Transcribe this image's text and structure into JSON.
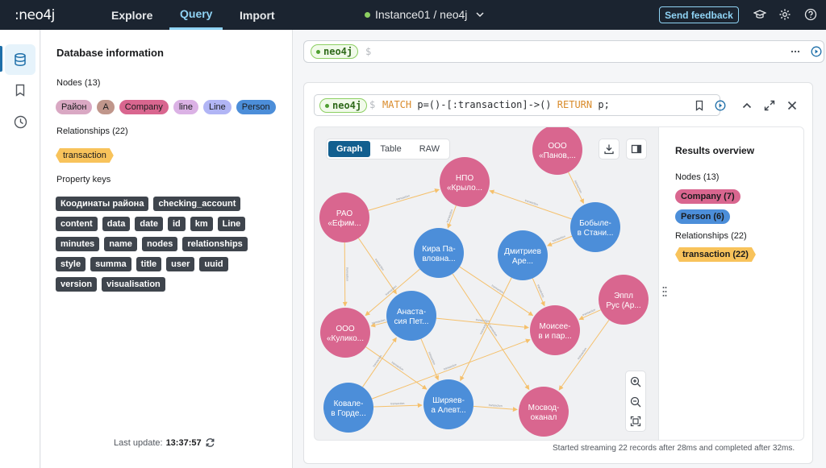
{
  "topbar": {
    "logo": ":neo4j",
    "tabs": [
      "Explore",
      "Query",
      "Import"
    ],
    "active_tab": "Query",
    "instance": "Instance01 / neo4j",
    "feedback": "Send feedback"
  },
  "db_panel": {
    "title": "Database information",
    "nodes_header": "Nodes (13)",
    "labels": [
      {
        "name": "Район",
        "color": "#d9a8c3"
      },
      {
        "name": "A",
        "color": "#c0968b"
      },
      {
        "name": "Company",
        "color": "#d9668f"
      },
      {
        "name": "line",
        "color": "#dbb2e5"
      },
      {
        "name": "Line",
        "color": "#b1b5f5"
      },
      {
        "name": "Person",
        "color": "#4c8ed9"
      }
    ],
    "rels_header": "Relationships (22)",
    "rel_types": [
      "transaction"
    ],
    "keys_header": "Property keys",
    "keys": [
      "Коодинаты района",
      "checking_account",
      "content",
      "data",
      "date",
      "id",
      "km",
      "Line",
      "minutes",
      "name",
      "nodes",
      "relationships",
      "style",
      "summa",
      "title",
      "user",
      "uuid",
      "version",
      "visualisation"
    ],
    "last_update_label": "Last update:",
    "last_update_time": "13:37:57"
  },
  "editor": {
    "db": "neo4j",
    "prompt": "$"
  },
  "frame": {
    "db": "neo4j",
    "prompt": "$",
    "query_kw1": "MATCH",
    "query_mid": "p=()-[:transaction]->()",
    "query_kw2": "RETURN",
    "query_end": "p;",
    "view_tabs": [
      "Graph",
      "Table",
      "RAW"
    ],
    "active_view": "Graph",
    "status": "Started streaming 22 records after 28ms and completed after 32ms."
  },
  "graph": {
    "nodes": [
      {
        "id": "ooo_panov",
        "lines": [
          "ООО",
          "«Панов,..."
        ],
        "type": "Company"
      },
      {
        "id": "npo",
        "lines": [
          "НПО",
          "«Крыло..."
        ],
        "type": "Company"
      },
      {
        "id": "rao",
        "lines": [
          "РАО",
          "«Ефим..."
        ],
        "type": "Company"
      },
      {
        "id": "bobyl",
        "lines": [
          "Бобыле-",
          "в Стани..."
        ],
        "type": "Person"
      },
      {
        "id": "kira",
        "lines": [
          "Кира Па-",
          "вловна..."
        ],
        "type": "Person"
      },
      {
        "id": "dmitr",
        "lines": [
          "Дмитриев",
          "Аре..."
        ],
        "type": "Person"
      },
      {
        "id": "eppl",
        "lines": [
          "Эппл",
          "Рус (Ар..."
        ],
        "type": "Company"
      },
      {
        "id": "ooo_kulik",
        "lines": [
          "ООО",
          "«Кулико..."
        ],
        "type": "Company"
      },
      {
        "id": "anast",
        "lines": [
          "Анаста-",
          "сия Пет..."
        ],
        "type": "Person"
      },
      {
        "id": "moise",
        "lines": [
          "Моисее-",
          "в и пар..."
        ],
        "type": "Company"
      },
      {
        "id": "koval",
        "lines": [
          "Ковале-",
          "в Горде..."
        ],
        "type": "Person"
      },
      {
        "id": "shir",
        "lines": [
          "Ширяев-",
          "а Алевт..."
        ],
        "type": "Person"
      },
      {
        "id": "mosv",
        "lines": [
          "Мосвод-",
          "оканал"
        ],
        "type": "Company"
      }
    ],
    "edges": [
      [
        "ooo_panov",
        "bobyl"
      ],
      [
        "bobyl",
        "npo"
      ],
      [
        "rao",
        "npo"
      ],
      [
        "npo",
        "kira"
      ],
      [
        "bobyl",
        "dmitr"
      ],
      [
        "rao",
        "ooo_kulik"
      ],
      [
        "rao",
        "anast"
      ],
      [
        "kira",
        "ooo_kulik"
      ],
      [
        "kira",
        "moise"
      ],
      [
        "dmitr",
        "moise"
      ],
      [
        "dmitr",
        "shir"
      ],
      [
        "anast",
        "moise"
      ],
      [
        "anast",
        "shir"
      ],
      [
        "eppl",
        "moise"
      ],
      [
        "eppl",
        "mosv"
      ],
      [
        "ooo_kulik",
        "shir"
      ],
      [
        "koval",
        "shir"
      ],
      [
        "koval",
        "moise"
      ],
      [
        "shir",
        "mosv"
      ],
      [
        "koval",
        "anast"
      ],
      [
        "kira",
        "mosv"
      ],
      [
        "anast",
        "ooo_kulik"
      ]
    ],
    "edge_label": "transaction",
    "colors": {
      "Company": "#d9668f",
      "Person": "#4c8ed9",
      "edge": "#f5c06b"
    }
  },
  "overview": {
    "title": "Results overview",
    "nodes_header": "Nodes (13)",
    "labels": [
      {
        "text": "Company (7)",
        "color": "#d9668f"
      },
      {
        "text": "Person (6)",
        "color": "#4c8ed9"
      }
    ],
    "rels_header": "Relationships (22)",
    "rel": "transaction (22)"
  }
}
